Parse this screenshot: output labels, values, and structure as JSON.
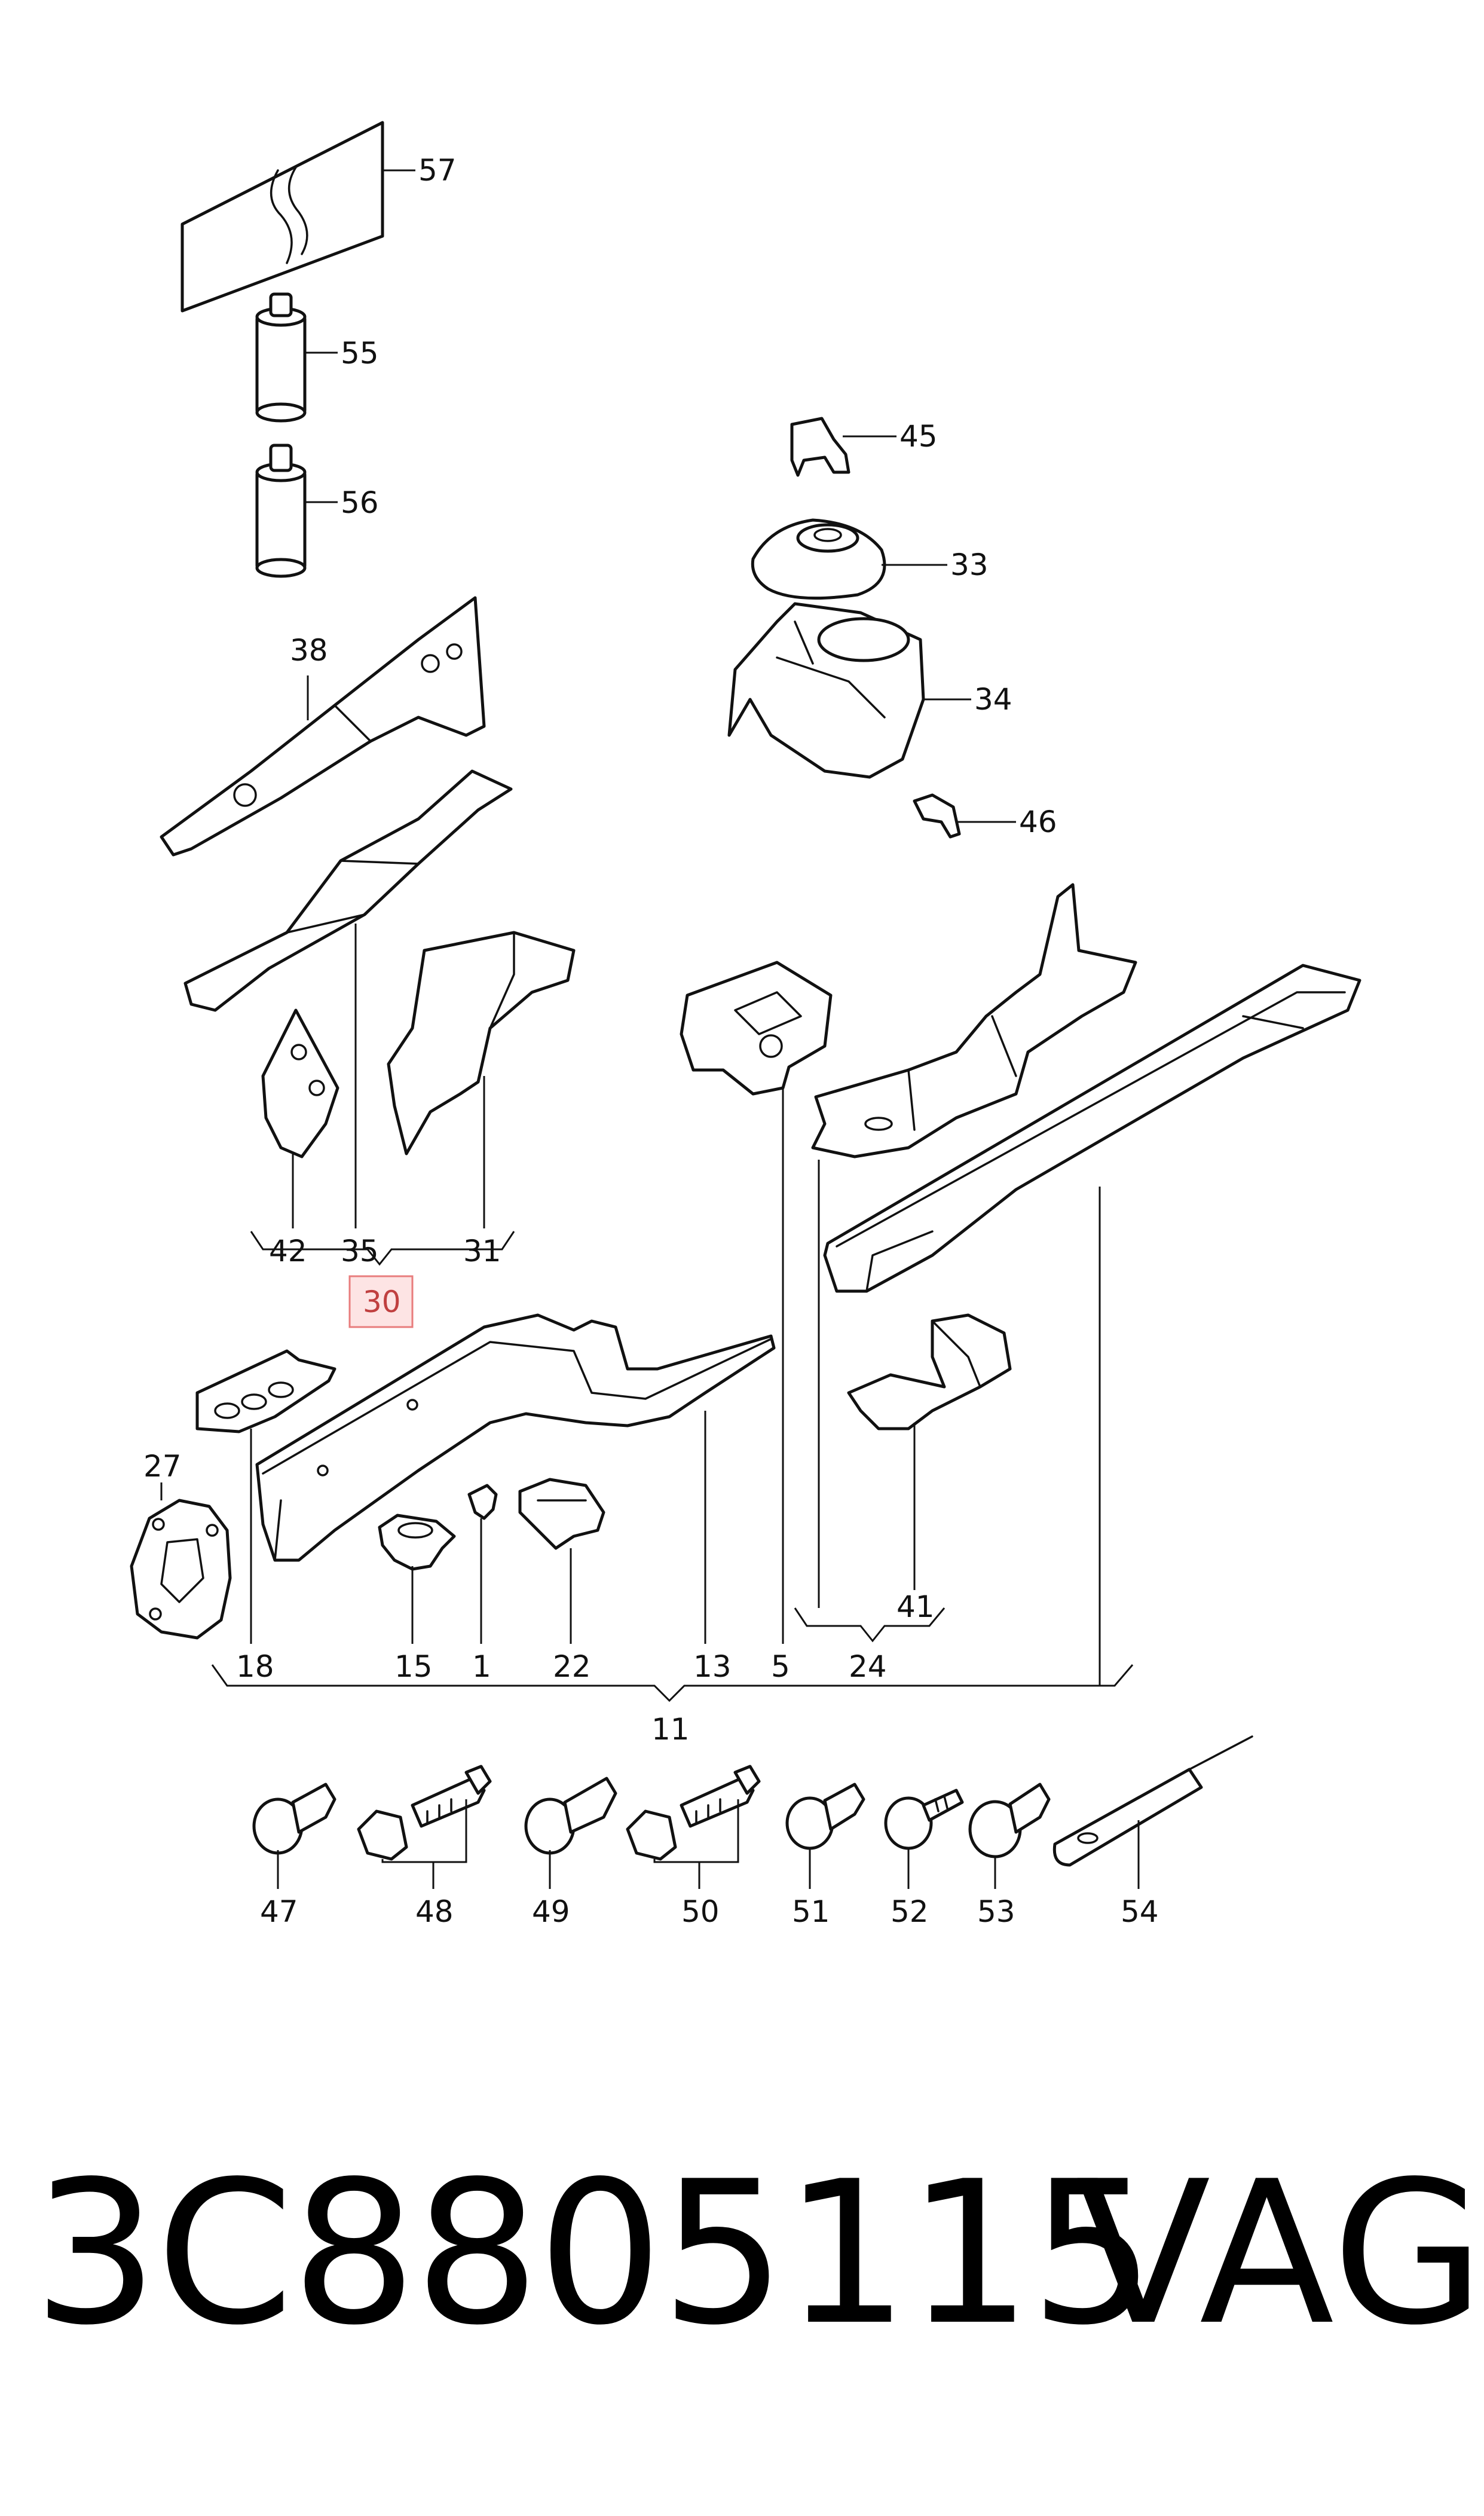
{
  "callouts": {
    "c57": "57",
    "c55": "55",
    "c56": "56",
    "c45": "45",
    "c33": "33",
    "c34": "34",
    "c46": "46",
    "c38": "38",
    "c42": "42",
    "c35": "35",
    "c31": "31",
    "c30": "30",
    "c27": "27",
    "c18": "18",
    "c15": "15",
    "c1": "1",
    "c22": "22",
    "c13": "13",
    "c5": "5",
    "c24": "24",
    "c41": "41",
    "c11": "11",
    "c47": "47",
    "c48": "48",
    "c49": "49",
    "c50": "50",
    "c51": "51",
    "c52": "52",
    "c53": "53",
    "c54": "54"
  },
  "highlighted_callout": "30",
  "colors": {
    "highlight_fill": "#fde4e4",
    "highlight_stroke": "#e87d7d",
    "highlight_text": "#c04040",
    "line": "#111111"
  },
  "footer": {
    "part_number": "3C8805115",
    "brand": "VAG"
  }
}
